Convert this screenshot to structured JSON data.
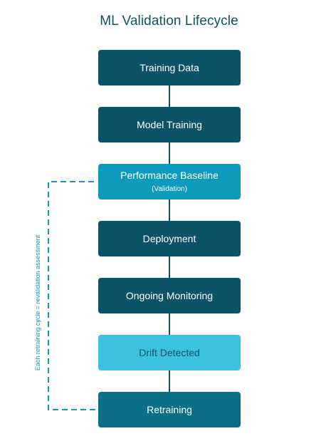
{
  "diagram": {
    "title": "ML Validation Lifecycle",
    "stages": {
      "training_data": {
        "label": "Training Data"
      },
      "model_training": {
        "label": "Model Training"
      },
      "performance_baseline": {
        "label": "Performance Baseline",
        "sublabel": "(Validation)"
      },
      "deployment": {
        "label": "Deployment"
      },
      "ongoing_monitoring": {
        "label": "Ongoing Monitoring"
      },
      "drift_detected": {
        "label": "Drift Detected"
      },
      "retraining": {
        "label": "Retraining"
      }
    },
    "feedback_loop": {
      "label": "Each retraining cycle = revalidation assessment",
      "from": "Retraining",
      "to": "Performance Baseline",
      "style": "dashed"
    },
    "colors": {
      "title": "#0b5563",
      "primary_stage": "#0b5468",
      "baseline_stage": "#0c9bbd",
      "drift_stage": "#3cc2e0",
      "retraining_stage": "#0a6f87",
      "loop": "#0c9bbd"
    }
  }
}
